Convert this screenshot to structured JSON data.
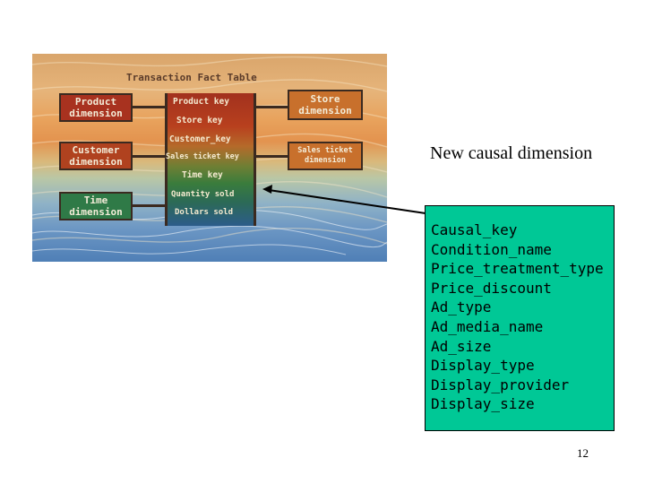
{
  "fact_table": {
    "title": "Transaction Fact Table",
    "rows": [
      "Product key",
      "Store key",
      "Customer_key",
      "Sales ticket key",
      "Time key",
      "Quantity sold",
      "Dollars sold"
    ]
  },
  "dimensions": {
    "product": [
      "Product",
      "dimension"
    ],
    "customer": [
      "Customer",
      "dimension"
    ],
    "time": [
      "Time",
      "dimension"
    ],
    "store": [
      "Store",
      "dimension"
    ],
    "sales_ticket": [
      "Sales ticket",
      "dimension"
    ]
  },
  "new_causal": {
    "title": "New causal dimension",
    "fields": [
      "Causal_key",
      "Condition_name",
      "Price_treatment_type",
      "Price_discount",
      "Ad_type",
      "Ad_media_name",
      "Ad_size",
      "Display_type",
      "Display_provider",
      "Display_size"
    ]
  },
  "page_number": "12",
  "colors": {
    "causal_box": "#00c896",
    "dim_red": "#a8321f",
    "dim_green": "#2f7a47",
    "dim_orange": "#c8702c"
  }
}
